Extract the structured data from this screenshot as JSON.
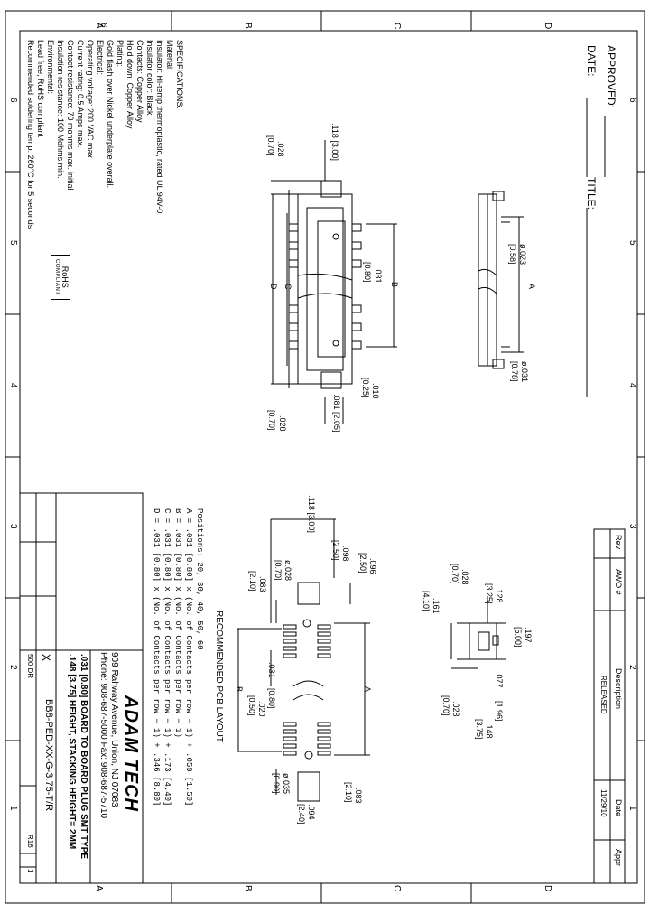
{
  "border": {
    "numbers_top": [
      "6",
      "5",
      "4",
      "3",
      "2",
      "1"
    ],
    "numbers_bottom": [
      "6",
      "5",
      "4",
      "3",
      "2",
      "1"
    ],
    "letters_left": [
      "A",
      "B",
      "C",
      "D"
    ],
    "letters_right": [
      "A",
      "B",
      "C",
      "D"
    ]
  },
  "approval": {
    "approved_label": "APPROVED:",
    "date_label": "DATE:",
    "title_label": "TITLE:"
  },
  "revision_table": {
    "headers": [
      "Rev",
      "AWO #",
      "Description",
      "Date",
      "Appr"
    ],
    "row": {
      "rev": "",
      "awo": "",
      "description": "RELEASED",
      "date": "11/29/10",
      "appr": ""
    }
  },
  "specifications": {
    "heading": "SPECIFICATIONS:",
    "lines": [
      "Material:",
      "Insulator: Hi-temp thermoplastic, rated UL 94V-0",
      "Insulator color: Black",
      "Contacts: Copper Alloy",
      "Hold down: Copper Alloy",
      "Plating:",
      "Gold flash over Nickel underplate overall.",
      "Electrical:",
      "Operating voltage: 200 VAC max.",
      "Current rating: 0.5 Amps max.",
      "Contact resistance: 70 mohms max. initial",
      "Insulation resistance: 100 Mohms min.",
      "Environmental:",
      "Lead free, RoHS compliant",
      "Recommended soldering temp: 260°C for 5 seconds"
    ]
  },
  "rohs": {
    "top": "RoHS",
    "bottom": "COMPLIANT"
  },
  "drawing_top": {
    "dims": {
      "d118": ".118 [3.00]",
      "d028a": ".028",
      "d028a_mm": "[0.70]",
      "d031": ".031",
      "d031_mm": "[0.80]",
      "B": "B",
      "C": "C",
      "D": "D",
      "d010": ".010",
      "d010_mm": "[0.25]",
      "d081": ".081 [2.05]",
      "d028b": ".028",
      "d028b_mm": "[0.70]",
      "dia023": "ø.023",
      "dia023_mm": "[0.58]",
      "A": "A",
      "dia031": "ø.031",
      "dia031_mm": "[0.78]"
    }
  },
  "positions": {
    "header": "Positions:  20, 30, 40, 50, 60",
    "lines": [
      "A = .031 [0.80] x (No. of Contacts per row − 1) + .059 [1.50]",
      "B = .031 [0.80] x (No. of Contacts per row − 1)",
      "C = .031 [0.80] x (No. of Contacts per row − 1) + .173 [4.40]",
      "D = .031 [0.80] x (No. of Contacts per row − 1) + .346 [8.80]"
    ]
  },
  "pcb_layout": {
    "title": "RECOMMENDED PCB LAYOUT",
    "dims": {
      "d118": ".118 [3.00]",
      "d098": ".098",
      "d098_mm": "[2.50]",
      "d096": ".096",
      "d096_mm": "[2.50]",
      "dia028": "ø.028",
      "dia028_mm": "[0.70]",
      "d083": ".083",
      "d083_mm": "[2.10]",
      "d031": ".031",
      "d031_mm": "[0.80]",
      "d020": ".020",
      "d020_mm": "[0.50]",
      "B": "B",
      "A": "A",
      "d083b": ".083",
      "d083b_mm": "[2.10]",
      "dia035": "ø.035",
      "dia035_mm": "[0.90]",
      "d094": ".094",
      "d094_mm": "[2.40]"
    }
  },
  "side_view": {
    "dims": {
      "d028": ".028",
      "d028_mm": "[0.70]",
      "d128": ".128",
      "d128_mm": "[3.25]",
      "d161": ".161",
      "d161_mm": "[4.10]",
      "d197": ".197",
      "d197_mm": "[5.00]",
      "d077": ".077",
      "d077_mm": "[1.96]",
      "d148": ".148",
      "d148_mm": "[3.75]",
      "d028b": ".028",
      "d028b_mm": "[0.70]"
    }
  },
  "title_block": {
    "company": "ADAM TECH",
    "address": "909 Rahway Avenue, Union, NJ 07083",
    "phone": "Phone: 908-687-5000  Fax: 908-687-5710",
    "title_line1": ".031 [0.80] BOARD TO BOARD PLUG SMT TYPE",
    "title_line2": ".148 [3.75] HEIGHT, STACKING HEIGHT= 2MM",
    "part_number": "BB8-PED-XX-G-3.75-T/R",
    "scale": "X",
    "size": "500:DR",
    "rev": "R16",
    "sheet": "1"
  }
}
